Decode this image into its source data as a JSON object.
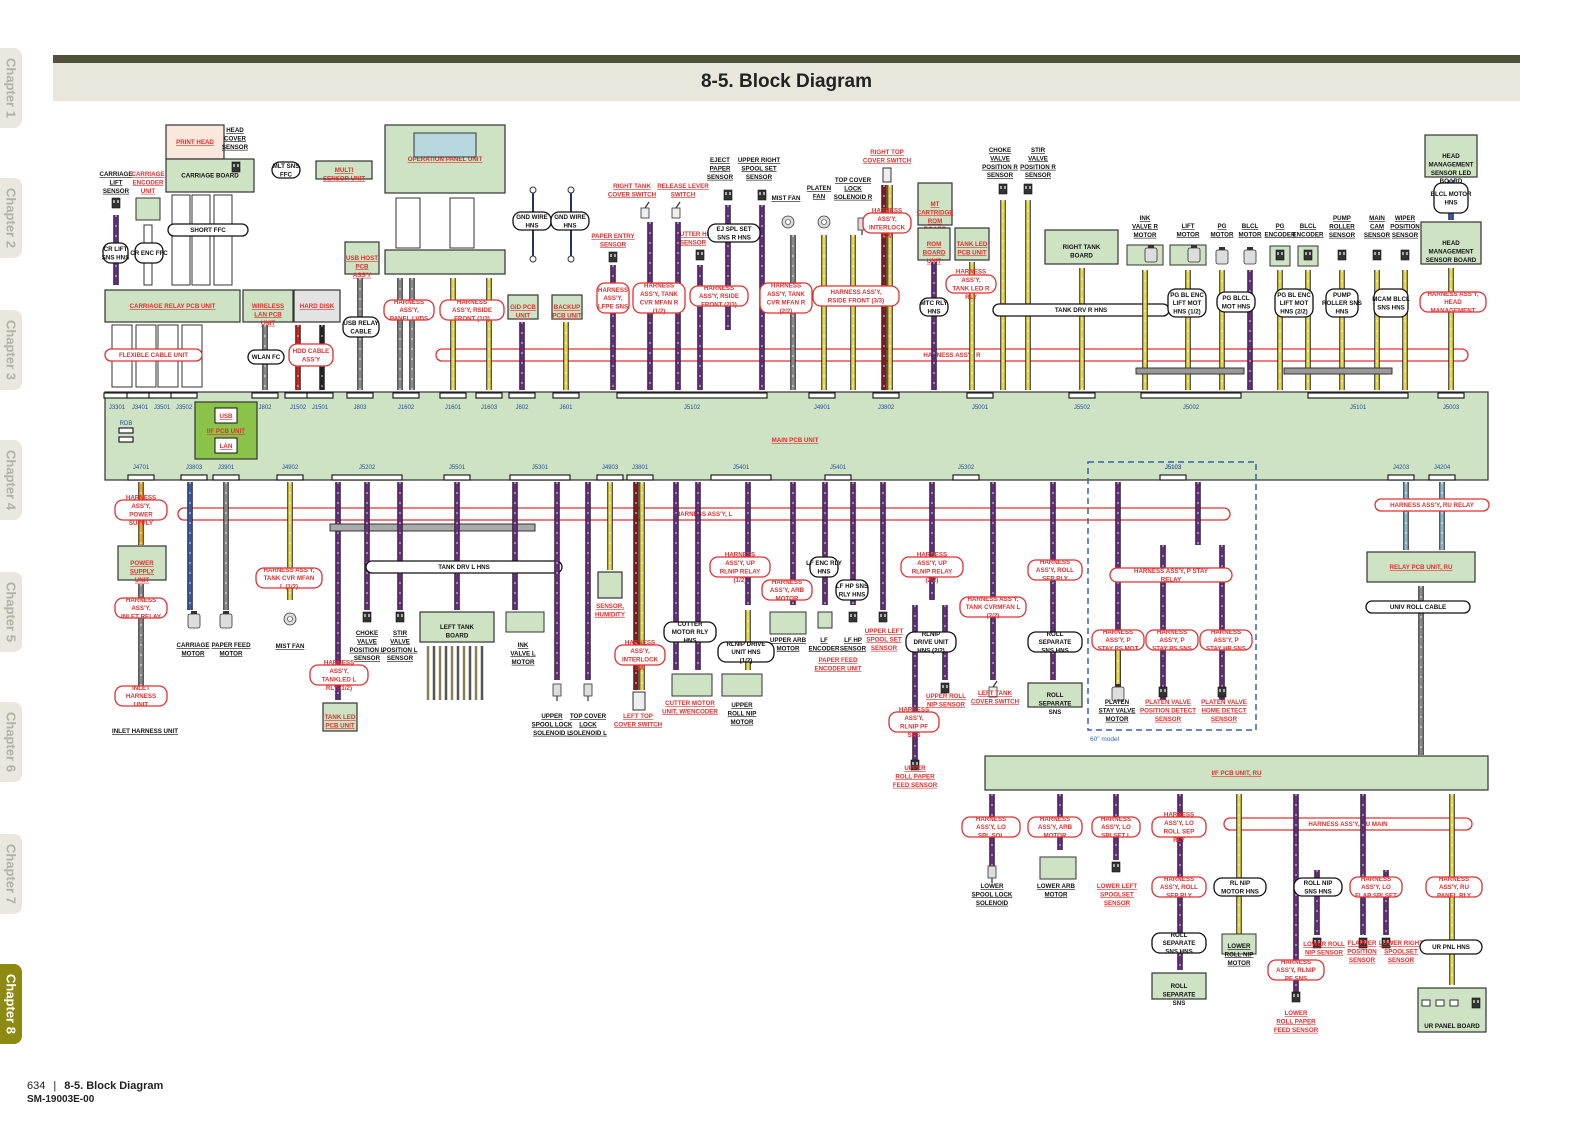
{
  "page": {
    "title": "8-5. Block Diagram",
    "footer": {
      "page_number": "634",
      "section": "8-5. Block Diagram",
      "doc_code": "SM-19003E-00"
    }
  },
  "chapters": [
    {
      "label": "Chapter 1",
      "active": false
    },
    {
      "label": "Chapter 2",
      "active": false
    },
    {
      "label": "Chapter 3",
      "active": false
    },
    {
      "label": "Chapter 4",
      "active": false
    },
    {
      "label": "Chapter 5",
      "active": false
    },
    {
      "label": "Chapter 6",
      "active": false
    },
    {
      "label": "Chapter 7",
      "active": false
    },
    {
      "label": "Chapter 8",
      "active": true
    }
  ],
  "colors": {
    "board_fill": "#cde3c3",
    "board_stroke": "#333333",
    "harness_red": "#e03030",
    "purple_wire": "#6a2a86",
    "yellow_wire": "#e8d84a",
    "gray_wire": "#8a8a8a",
    "blue_wire": "#3a5aa8",
    "teal_wire": "#8ab8c8",
    "dashed_box": "#3a60b0",
    "jack_label": "#2a4a9a"
  },
  "main_pcb": {
    "label": "MAIN PCB UNIT",
    "top_connectors": [
      "J3301",
      "J3401",
      "J3501",
      "J3502",
      "J802",
      "J1502",
      "J1501",
      "J803",
      "J1602",
      "J1601",
      "J1603",
      "J602",
      "J601",
      "J5102",
      "J4901",
      "J3802",
      "J5001",
      "J5502",
      "J5002",
      "J5101",
      "J5003"
    ],
    "bottom_connectors": [
      "J4701",
      "J3803",
      "J3901",
      "J4902",
      "J5202",
      "J5501",
      "J5301",
      "J4903",
      "J3801",
      "J5401",
      "J5401",
      "J5302",
      "J5103",
      "J4203",
      "J4204"
    ],
    "rdb_label": "RDB",
    "if_pcb": {
      "label": "I/F PCB UNIT",
      "usb": "USB",
      "lan": "LAN"
    }
  },
  "boards": [
    {
      "id": "print-head",
      "label": "PRINT HEAD",
      "red": true
    },
    {
      "id": "carriage-board",
      "label": "CARRIAGE BOARD",
      "red": false
    },
    {
      "id": "multi-sensor",
      "label": "MULTI SENSOR UNIT",
      "red": true
    },
    {
      "id": "carriage-relay",
      "label": "CARRIAGE RELAY PCB UNIT",
      "red": true
    },
    {
      "id": "wireless-lan",
      "label": "WIRELESS LAN PCB UNIT",
      "red": true
    },
    {
      "id": "hard-disk",
      "label": "HARD DISK",
      "red": true
    },
    {
      "id": "usb-host",
      "label": "USB HOST PCB ASS'Y",
      "red": true
    },
    {
      "id": "operation-panel",
      "label": "OPERATION PANEL UNIT",
      "red": true
    },
    {
      "id": "gid-pcb",
      "label": "GID PCB UNIT",
      "red": true
    },
    {
      "id": "backup-pcb",
      "label": "BACKUP PCB UNIT",
      "red": true
    },
    {
      "id": "mt-cartridge",
      "label": "MT CARTRIDGE ROM BOARD",
      "red": true
    },
    {
      "id": "rom-board",
      "label": "ROM BOARD UNIT",
      "red": true
    },
    {
      "id": "tank-led-r",
      "label": "TANK LED PCB UNIT",
      "red": true
    },
    {
      "id": "right-tank",
      "label": "RIGHT TANK BOARD",
      "red": false
    },
    {
      "id": "head-mgmt-led",
      "label": "HEAD MANAGEMENT SENSOR LED BOARD",
      "red": false
    },
    {
      "id": "head-mgmt",
      "label": "HEAD MANAGEMENT SENSOR BOARD",
      "red": false
    },
    {
      "id": "power-supply",
      "label": "POWER SUPPLY UNIT",
      "red": true
    },
    {
      "id": "tank-led-l",
      "label": "TANK LED PCB UNIT",
      "red": true
    },
    {
      "id": "left-tank",
      "label": "LEFT TANK BOARD",
      "red": false
    },
    {
      "id": "sensor-humidity",
      "label": "SENSOR, HUMIDITY",
      "red": true
    },
    {
      "id": "roll-separate-sns",
      "label": "ROLL SEPARATE SNS",
      "red": false
    },
    {
      "id": "relay-pcb-ru",
      "label": "RELAY PCB UNIT, RU",
      "red": true
    },
    {
      "id": "if-pcb-ru",
      "label": "I/F PCB UNIT, RU",
      "red": true
    },
    {
      "id": "roll-separate-sns-2",
      "label": "ROLL SEPARATE SNS",
      "red": false
    },
    {
      "id": "ur-panel",
      "label": "UR PANEL BOARD",
      "red": false
    }
  ],
  "top_components": [
    {
      "label": "CARRIAGE LIFT SENSOR",
      "red": false
    },
    {
      "label": "CARRIAGE ENCODER UNIT",
      "red": true
    },
    {
      "label": "HEAD COVER SENSOR",
      "red": false
    },
    {
      "label": "RIGHT TANK COVER SWITCH",
      "red": true
    },
    {
      "label": "RELEASE LEVER SWITCH",
      "red": true
    },
    {
      "label": "PAPER ENTRY SENSOR",
      "red": true
    },
    {
      "label": "CUTTER HP SENSOR",
      "red": true
    },
    {
      "label": "EJECT PAPER SENSOR",
      "red": false
    },
    {
      "label": "UPPER RIGHT SPOOL SET SENSOR",
      "red": false
    },
    {
      "label": "MIST FAN",
      "red": false
    },
    {
      "label": "PLATEN FAN",
      "red": false
    },
    {
      "label": "TOP COVER LOCK SOLENOID R",
      "red": false
    },
    {
      "label": "RIGHT TOP COVER SWITCH",
      "red": true
    },
    {
      "label": "CHOKE VALVE POSITION R SENSOR",
      "red": false
    },
    {
      "label": "STIR VALVE POSITION R SENSOR",
      "red": false
    },
    {
      "label": "INK VALVE R MOTOR",
      "red": false
    },
    {
      "label": "LIFT MOTOR",
      "red": false
    },
    {
      "label": "PG MOTOR",
      "red": false
    },
    {
      "label": "BLCL MOTOR",
      "red": false
    },
    {
      "label": "PG ENCODER",
      "red": false
    },
    {
      "label": "BLCL ENCODER",
      "red": false
    },
    {
      "label": "PUMP ROLLER SENSOR",
      "red": false
    },
    {
      "label": "MAIN CAM SENSOR",
      "red": false
    },
    {
      "label": "WIPER POSITION SENSOR",
      "red": false
    }
  ],
  "bottom_components": [
    {
      "label": "INLET HARNESS UNIT",
      "red": false
    },
    {
      "label": "CARRIAGE MOTOR",
      "red": false
    },
    {
      "label": "PAPER FEED MOTOR",
      "red": false
    },
    {
      "label": "MIST FAN",
      "red": false
    },
    {
      "label": "CHOKE VALVE POSITION L SENSOR",
      "red": false
    },
    {
      "label": "STIR VALVE POSITION L SENSOR",
      "red": false
    },
    {
      "label": "INK VALVE L MOTOR",
      "red": false
    },
    {
      "label": "UPPER SPOOL LOCK SOLENOID L",
      "red": false
    },
    {
      "label": "TOP COVER LOCK SOLENOID L",
      "red": false
    },
    {
      "label": "LEFT TOP COVER SWITCH",
      "red": true
    },
    {
      "label": "CUTTER MOTOR UNIT, W/ENCODER",
      "red": true
    },
    {
      "label": "UPPER ROLL NIP MOTOR",
      "red": false
    },
    {
      "label": "UPPER ARB MOTOR",
      "red": false
    },
    {
      "label": "LF ENCODER",
      "red": false
    },
    {
      "label": "LF HP SENSOR",
      "red": false
    },
    {
      "label": "PAPER FEED ENCODER UNIT",
      "red": true
    },
    {
      "label": "UPPER LEFT SPOOL SET SENSOR",
      "red": true
    },
    {
      "label": "UPPER ROLL NIP SENSOR",
      "red": true
    },
    {
      "label": "LEFT TANK COVER SWITCH",
      "red": true
    },
    {
      "label": "UPPER ROLL PAPER FEED SENSOR",
      "red": true
    },
    {
      "label": "PLATEN STAY VALVE MOTOR",
      "red": false
    },
    {
      "label": "PLATEN VALVE POSITION DETECT SENSOR",
      "red": true
    },
    {
      "label": "PLATEN VALVE HOME DETECT SENSOR",
      "red": true
    },
    {
      "label": "LOWER SPOOL LOCK SOLENOID",
      "red": false
    },
    {
      "label": "LOWER ARB MOTOR",
      "red": false
    },
    {
      "label": "LOWER LEFT SPOOLSET SENSOR",
      "red": true
    },
    {
      "label": "LOWER ROLL NIP MOTOR",
      "red": false
    },
    {
      "label": "LOWER ROLL NIP SENSOR",
      "red": true
    },
    {
      "label": "FLAPPER POSITION SENSOR",
      "red": true
    },
    {
      "label": "LOWER RIGHT SPOOLSET SENSOR",
      "red": true
    },
    {
      "label": "LOWER ROLL PAPER FEED SENSOR",
      "red": true
    }
  ],
  "harnesses_red": [
    "HARNESS ASS'Y, PANEL LVDS",
    "HARNESS ASS'Y, RSIDE FRONT (1/3)",
    "HARNESS ASS'Y, LFPE SNS",
    "HARNESS ASS'Y, TANK CVR MFAN R (1/2)",
    "HARNESS ASS'Y, RSIDE FRONT (2/3)",
    "HARNESS ASS'Y, TANK CVR MFAN R (2/2)",
    "HARNESS ASS'Y, RSIDE FRONT (3/3)",
    "HARNESS ASS'Y, INTERLOCK SW",
    "HARNESS ASS'Y, TANK LED R RLY",
    "HARNESS ASS'Y, HEAD MANAGEMENT",
    "HARNESS ASS'Y, R",
    "HARNESS ASS'Y, L",
    "HARNESS ASS'Y, POWER SUPPLY",
    "HARNESS ASS'Y, INLET RELAY",
    "INLET HARNESS UNIT",
    "HARNESS ASS'Y, TANK CVR MFAN L (1/2)",
    "HARNESS ASS'Y, TANKLED L RLY (1/2)",
    "HARNESS ASS'Y, INTERLOCK SW",
    "HARNESS ASS'Y, UP RLNIP RELAY (1/2)",
    "HARNESS ASS'Y, ARB MOTOR",
    "HARNESS ASS'Y, UP RLNIP RELAY (2/2)",
    "HARNESS ASS'Y, TANK CVRMFAN L (2/2)",
    "HARNESS ASS'Y, ROLL SEP RLY",
    "HARNESS ASS'Y, RLNIP PF SNS",
    "HARNESS ASS'Y, P STAY RELAY",
    "HARNESS ASS'Y, P STAY PS MOT",
    "HARNESS ASS'Y, P STAY PS SNS",
    "HARNESS ASS'Y, P STAY HP SNS",
    "HARNESS ASS'Y, RU RELAY",
    "HARNESS ASS'Y, LO SPL SOL",
    "HARNESS ASS'Y, ARB MOTOR",
    "HARNESS ASS'Y, LO SPLSET L",
    "HARNESS ASS'Y, LO ROLL SEP RLY",
    "HARNESS ASS'Y, RU MAIN",
    "HARNESS ASS'Y, ROLL SEP RLY",
    "HARNESS ASS'Y, LO FLAP SPLSET",
    "HARNESS ASS'Y, RU PANEL RLY",
    "HARNESS ASS'Y, RLNIP PF SNS",
    "FLEXIBLE CABLE UNIT",
    "HDD CABLE ASS'Y"
  ],
  "harnesses_black": [
    "CR LIFT SNS HNS",
    "CR ENC FFC",
    "SHORT FFC",
    "MLT SNS FFC",
    "WLAN FC",
    "USB RELAY CABLE",
    "GND WIRE HNS",
    "GND WIRE HNS",
    "EJ SPL SET SNS R HNS",
    "MTC RLY HNS",
    "TANK DRV R HNS",
    "PG BL ENC LIFT MOT HNS (1/2)",
    "PG BLCL MOT HNS",
    "PG BL ENC LIFT MOT HNS (2/2)",
    "PUMP ROLLER SNS HNS",
    "MCAM BLCL SNS HNS",
    "BLCL MOTOR HNS",
    "TANK DRV L HNS",
    "CUTTER MOTOR RLY HNS",
    "RLNIP DRIVE UNIT HNS (1/2)",
    "LF ENC RLY HNS",
    "LF HP SNS RLY HNS",
    "RLNIP DRIVE UNIT HNS (2/2)",
    "ROLL SEPARATE SNS HNS",
    "UNIV ROLL CABLE",
    "RL NIP MOTOR HNS",
    "ROLL NIP SNS HNS",
    "ROLL SEPARATE SNS HNS",
    "UR PNL HNS"
  ],
  "model_note": "60\" model"
}
